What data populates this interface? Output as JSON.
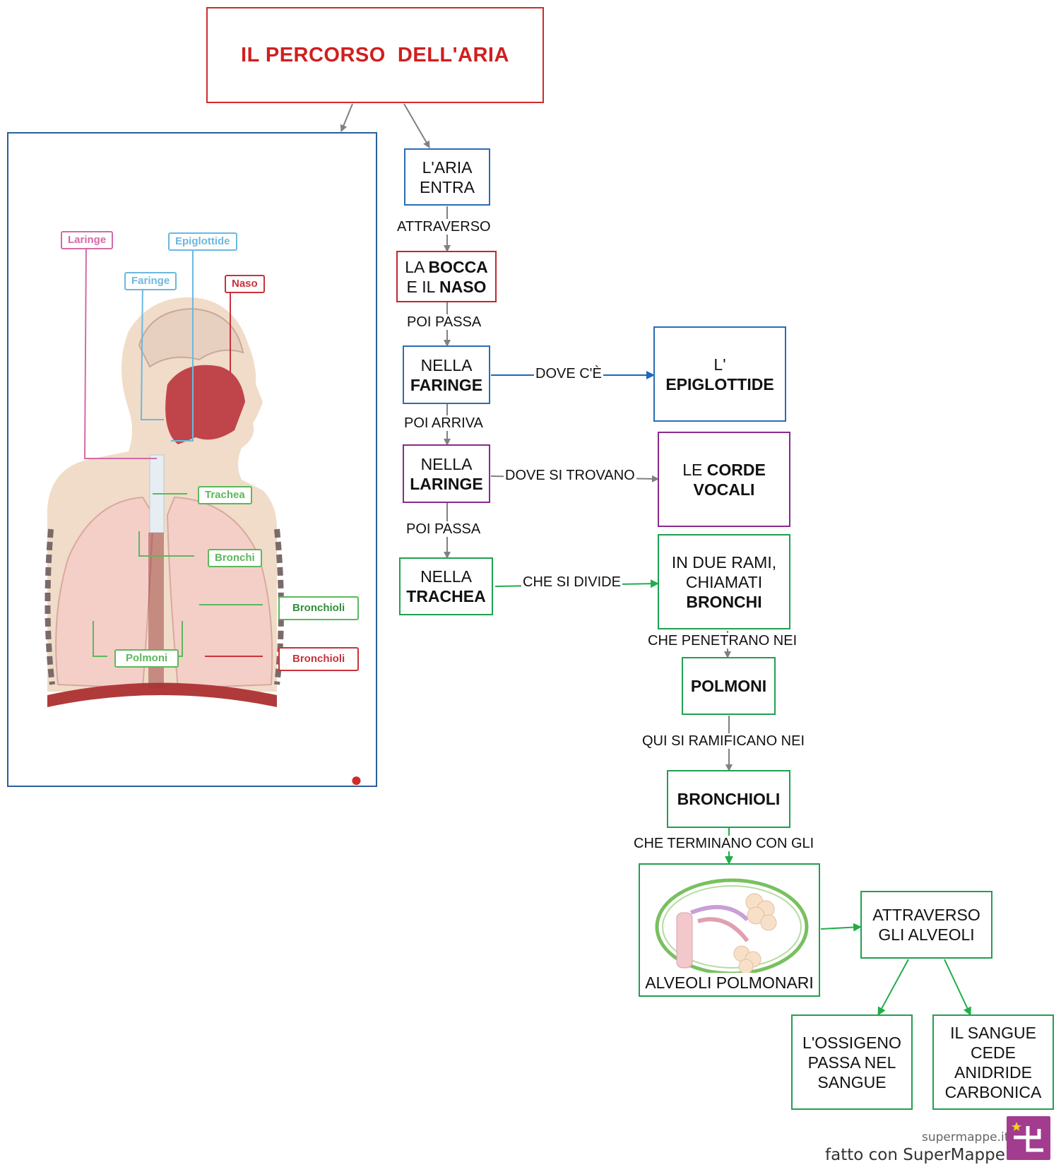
{
  "title": "IL PERCORSO  DELL'ARIA",
  "nodes": {
    "aria_entra": {
      "line1": "L'ARIA",
      "line2": "ENTRA"
    },
    "bocca_naso": {
      "pre1": "LA ",
      "bold1": "BOCCA",
      "pre2": "E IL ",
      "bold2": "NASO"
    },
    "faringe": {
      "line1": "NELLA",
      "bold": "FARINGE"
    },
    "epiglottide": {
      "line1": "L'",
      "bold": "EPIGLOTTIDE"
    },
    "laringe": {
      "line1": "NELLA",
      "bold": "LARINGE"
    },
    "corde_vocali": {
      "pre": "LE ",
      "bold1": "CORDE",
      "bold2": "VOCALI"
    },
    "trachea": {
      "line1": "NELLA",
      "bold": "TRACHEA"
    },
    "bronchi": {
      "line1": "IN DUE RAMI,",
      "line2": "CHIAMATI",
      "bold": "BRONCHI"
    },
    "polmoni": {
      "bold": "POLMONI"
    },
    "bronchioli": {
      "bold": "BRONCHIOLI"
    },
    "alveoli": {
      "caption": "ALVEOLI POLMONARI"
    },
    "attraverso_alveoli": {
      "line1": "ATTRAVERSO",
      "line2": "GLI ALVEOLI"
    },
    "ossigeno": {
      "line1": "L'OSSIGENO",
      "line2": "PASSA NEL",
      "line3": "SANGUE"
    },
    "sangue": {
      "line1": "IL SANGUE",
      "line2": "CEDE",
      "line3": "ANIDRIDE",
      "line4": "CARBONICA"
    }
  },
  "links": {
    "attraverso": "ATTRAVERSO",
    "poi_passa_1": "POI PASSA",
    "dove_ce": "DOVE C'È",
    "poi_arriva": "POI ARRIVA",
    "dove_si_trovano": "DOVE SI TROVANO",
    "poi_passa_2": "POI PASSA",
    "che_si_divide": "CHE SI DIVIDE",
    "che_penetrano": "CHE PENETRANO NEI",
    "qui_si_ramificano": "QUI SI RAMIFICANO NEI",
    "che_terminano": "CHE TERMINANO CON GLI"
  },
  "illustration": {
    "labels": {
      "laringe": "Laringe",
      "epiglottide": "Epiglottide",
      "faringe": "Faringe",
      "naso": "Naso",
      "trachea": "Trachea",
      "bronchi": "Bronchi",
      "bronchioli_green": "Bronchioli",
      "polmoni": "Polmoni",
      "bronchioli_red": "Bronchioli"
    },
    "colors": {
      "pink": "#d46aa8",
      "lightblue": "#6cb8e0",
      "red": "#c8323a",
      "green": "#5cb85c"
    }
  },
  "brand": {
    "url": "supermappe.it",
    "made_with": "fatto con SuperMappe"
  },
  "colors": {
    "title": "#d01f1f",
    "blue": "#2a6db4",
    "red": "#c0282c",
    "purple": "#8a2a8c",
    "green": "#20a050",
    "gray": "#808080",
    "logo": "#a23c8f"
  }
}
